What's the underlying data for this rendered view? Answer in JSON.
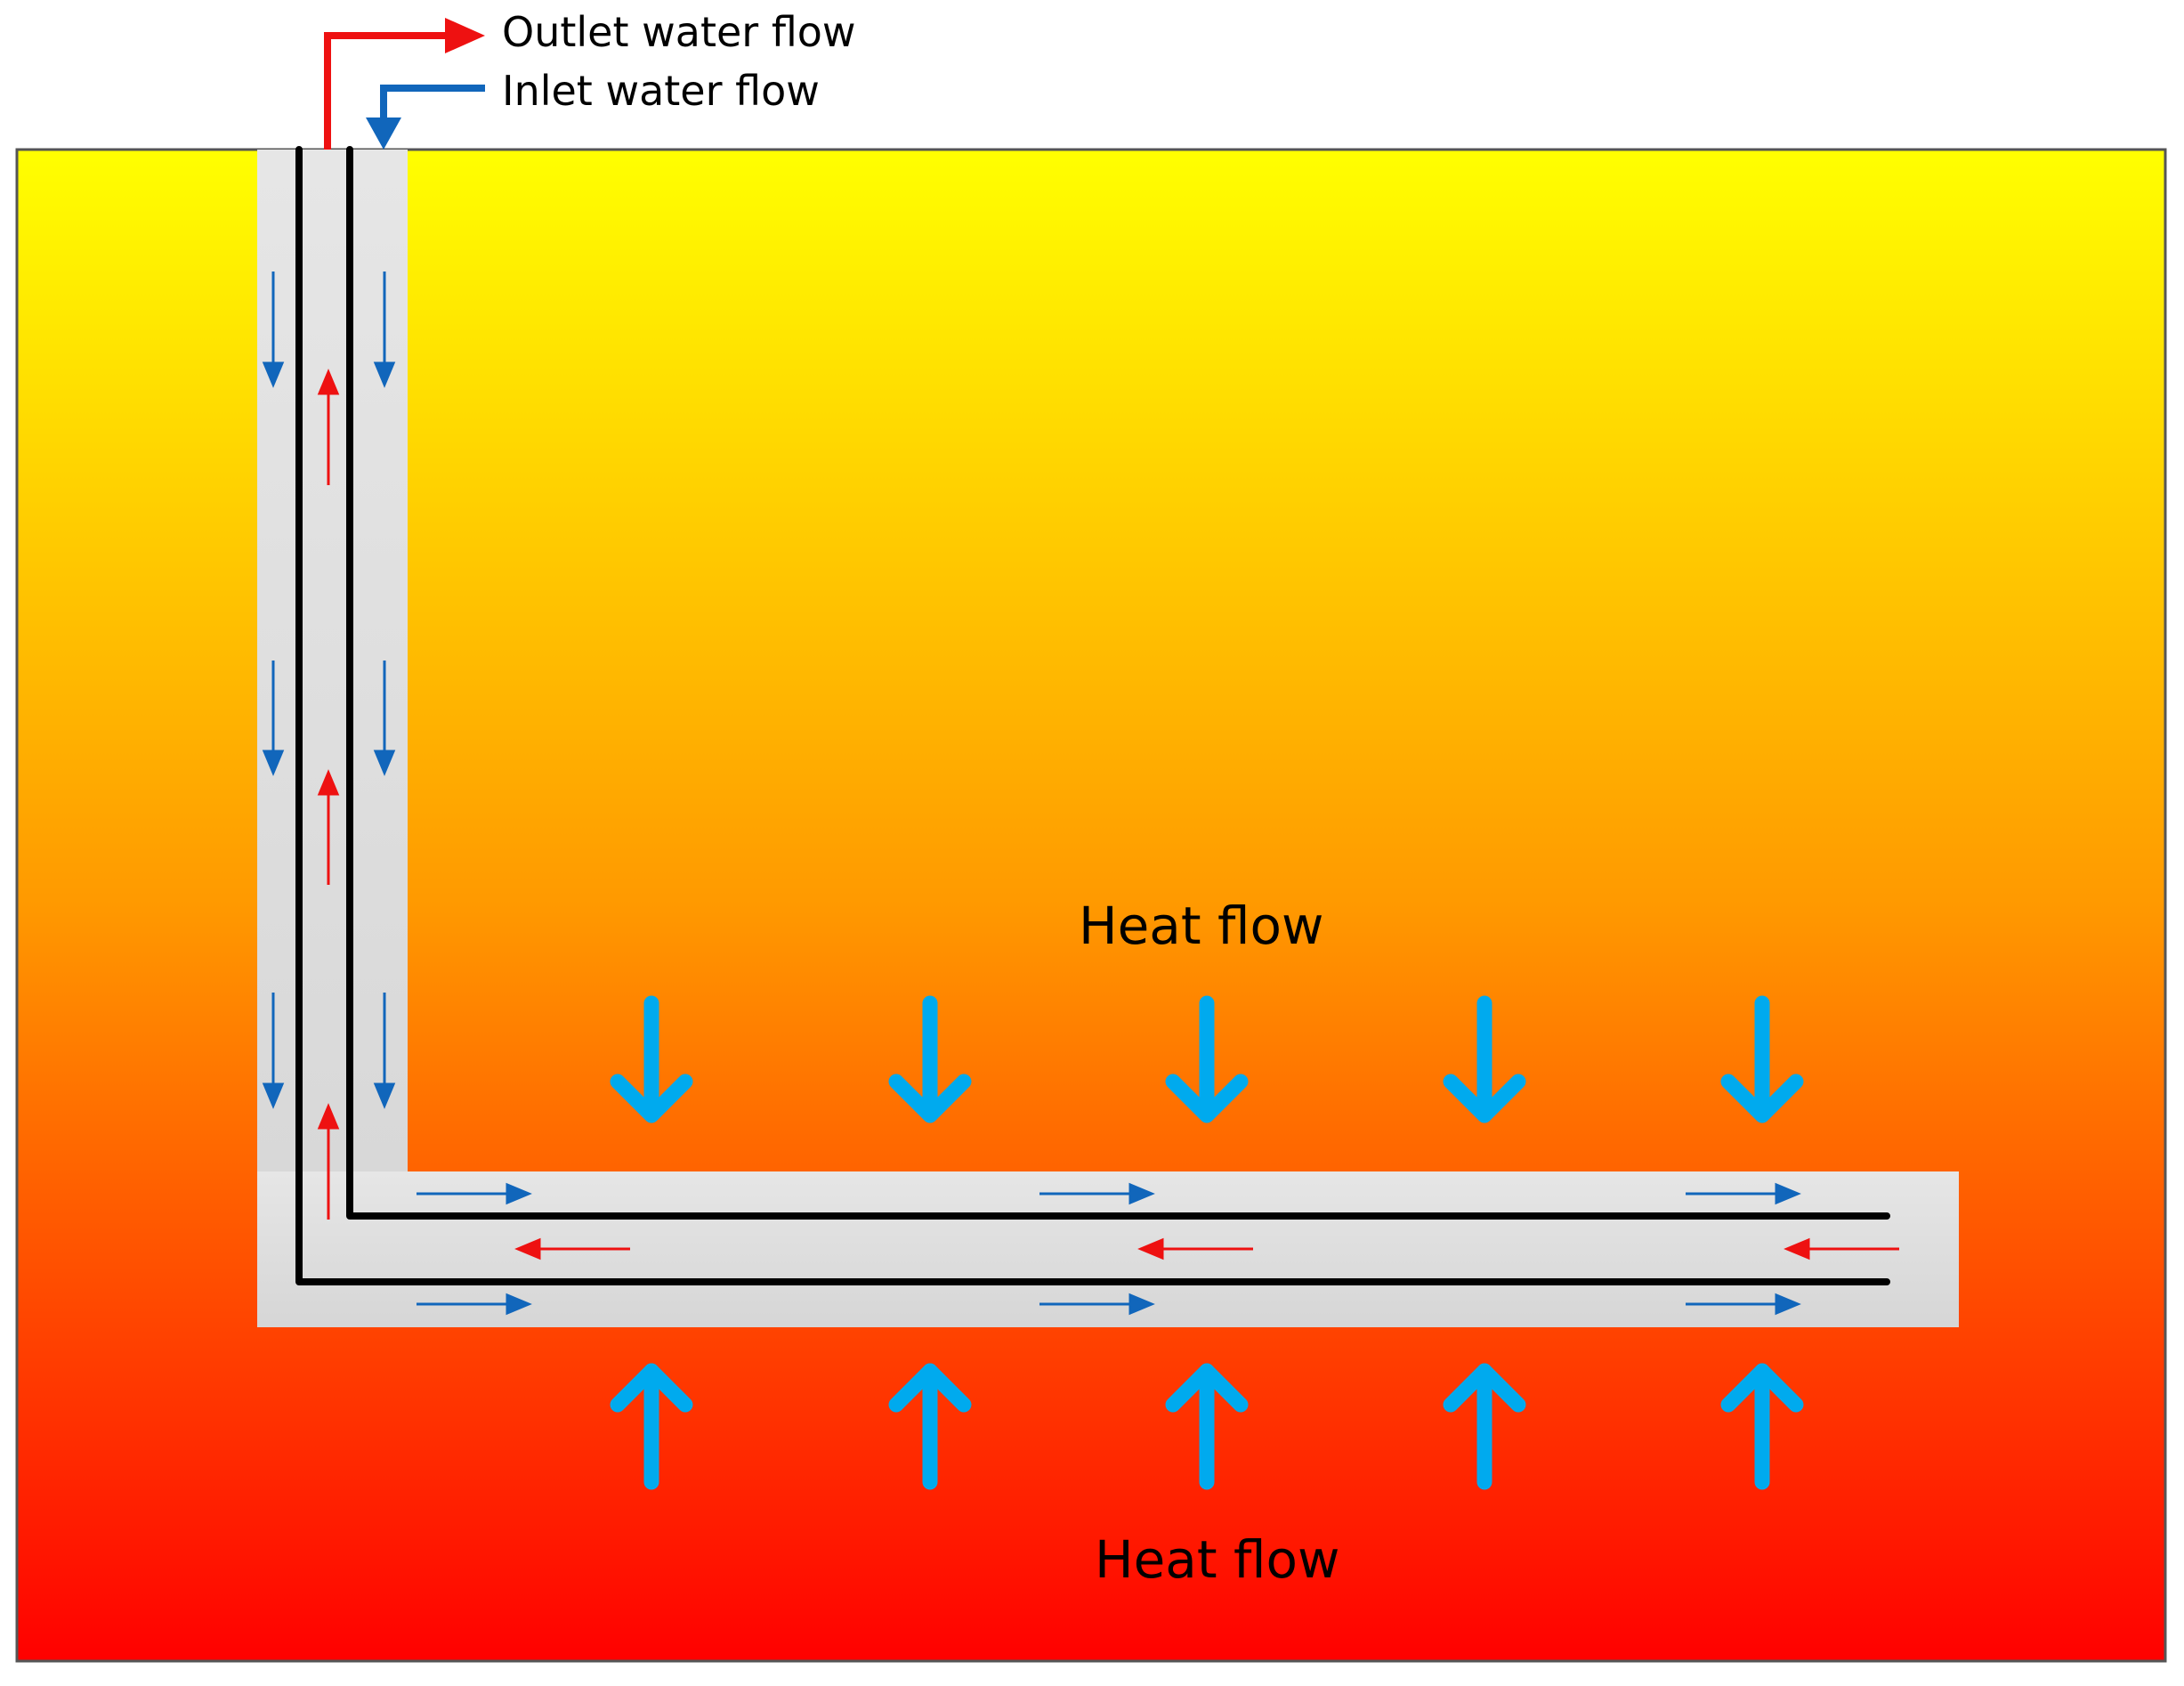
{
  "labels": {
    "outlet": "Outlet water flow",
    "inlet": "Inlet water flow",
    "heat_flow_top": "Heat flow",
    "heat_flow_bottom": "Heat flow"
  },
  "colors": {
    "gradient_top": "#ffff00",
    "gradient_bottom": "#ff0000",
    "casing": "#dcdcdc",
    "pipe": "#000000",
    "outlet_arrow": "#ee1111",
    "inlet_arrow": "#1166bb",
    "heat_arrow": "#00aaee"
  }
}
